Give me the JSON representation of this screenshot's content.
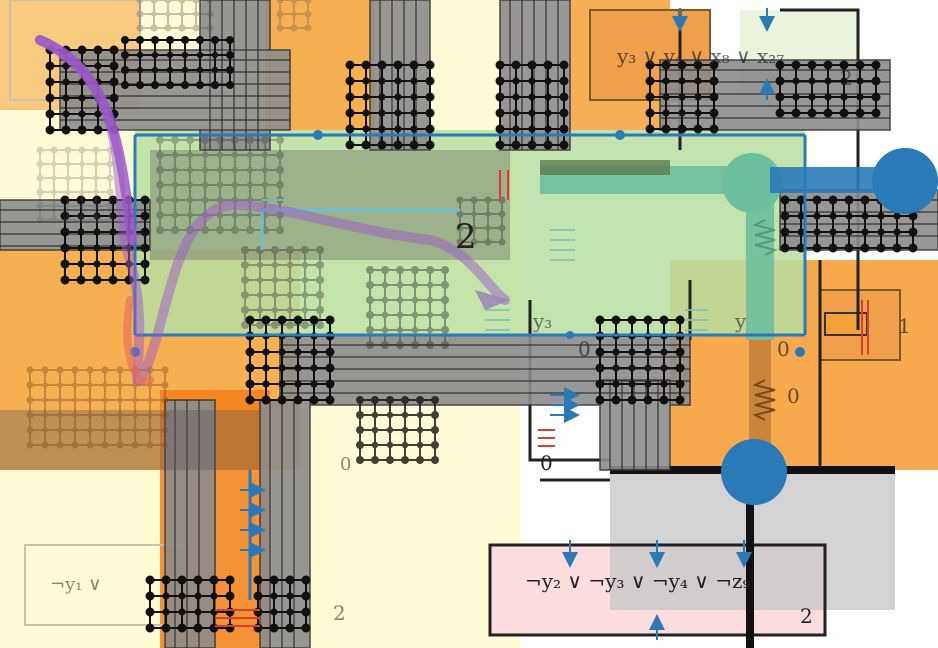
{
  "diagram": {
    "clause_top": "y₃ ∨ y₄ ∨ x₈ ∨ x₂₇",
    "clause_top_weight": "2",
    "clause_bottom": "¬y₂ ∨ ¬y₃ ∨ ¬y₄ ∨ ¬z₉",
    "clause_bottom_weight": "2",
    "center_region_weight": "2",
    "var_label_y3": "y₃",
    "var_label_y": "y",
    "gadget_right_weight": "1",
    "zero_left": "0",
    "zero_right": "0",
    "zero_mid": "0",
    "zero_low": "0",
    "faded_label_left": "¬y₁ ∨",
    "faded_weight_bottom": "2",
    "faded_zero": "0"
  },
  "colors": {
    "orange": "#f5a13a",
    "pale_yellow": "#fffbd0",
    "green": "#b9dea0",
    "teal": "#6cbf9c",
    "blue": "#2a7ab8",
    "pink": "#fbdde0",
    "gray_bus": "#8c8c8c",
    "purple_arrow": "#9b59c9"
  }
}
